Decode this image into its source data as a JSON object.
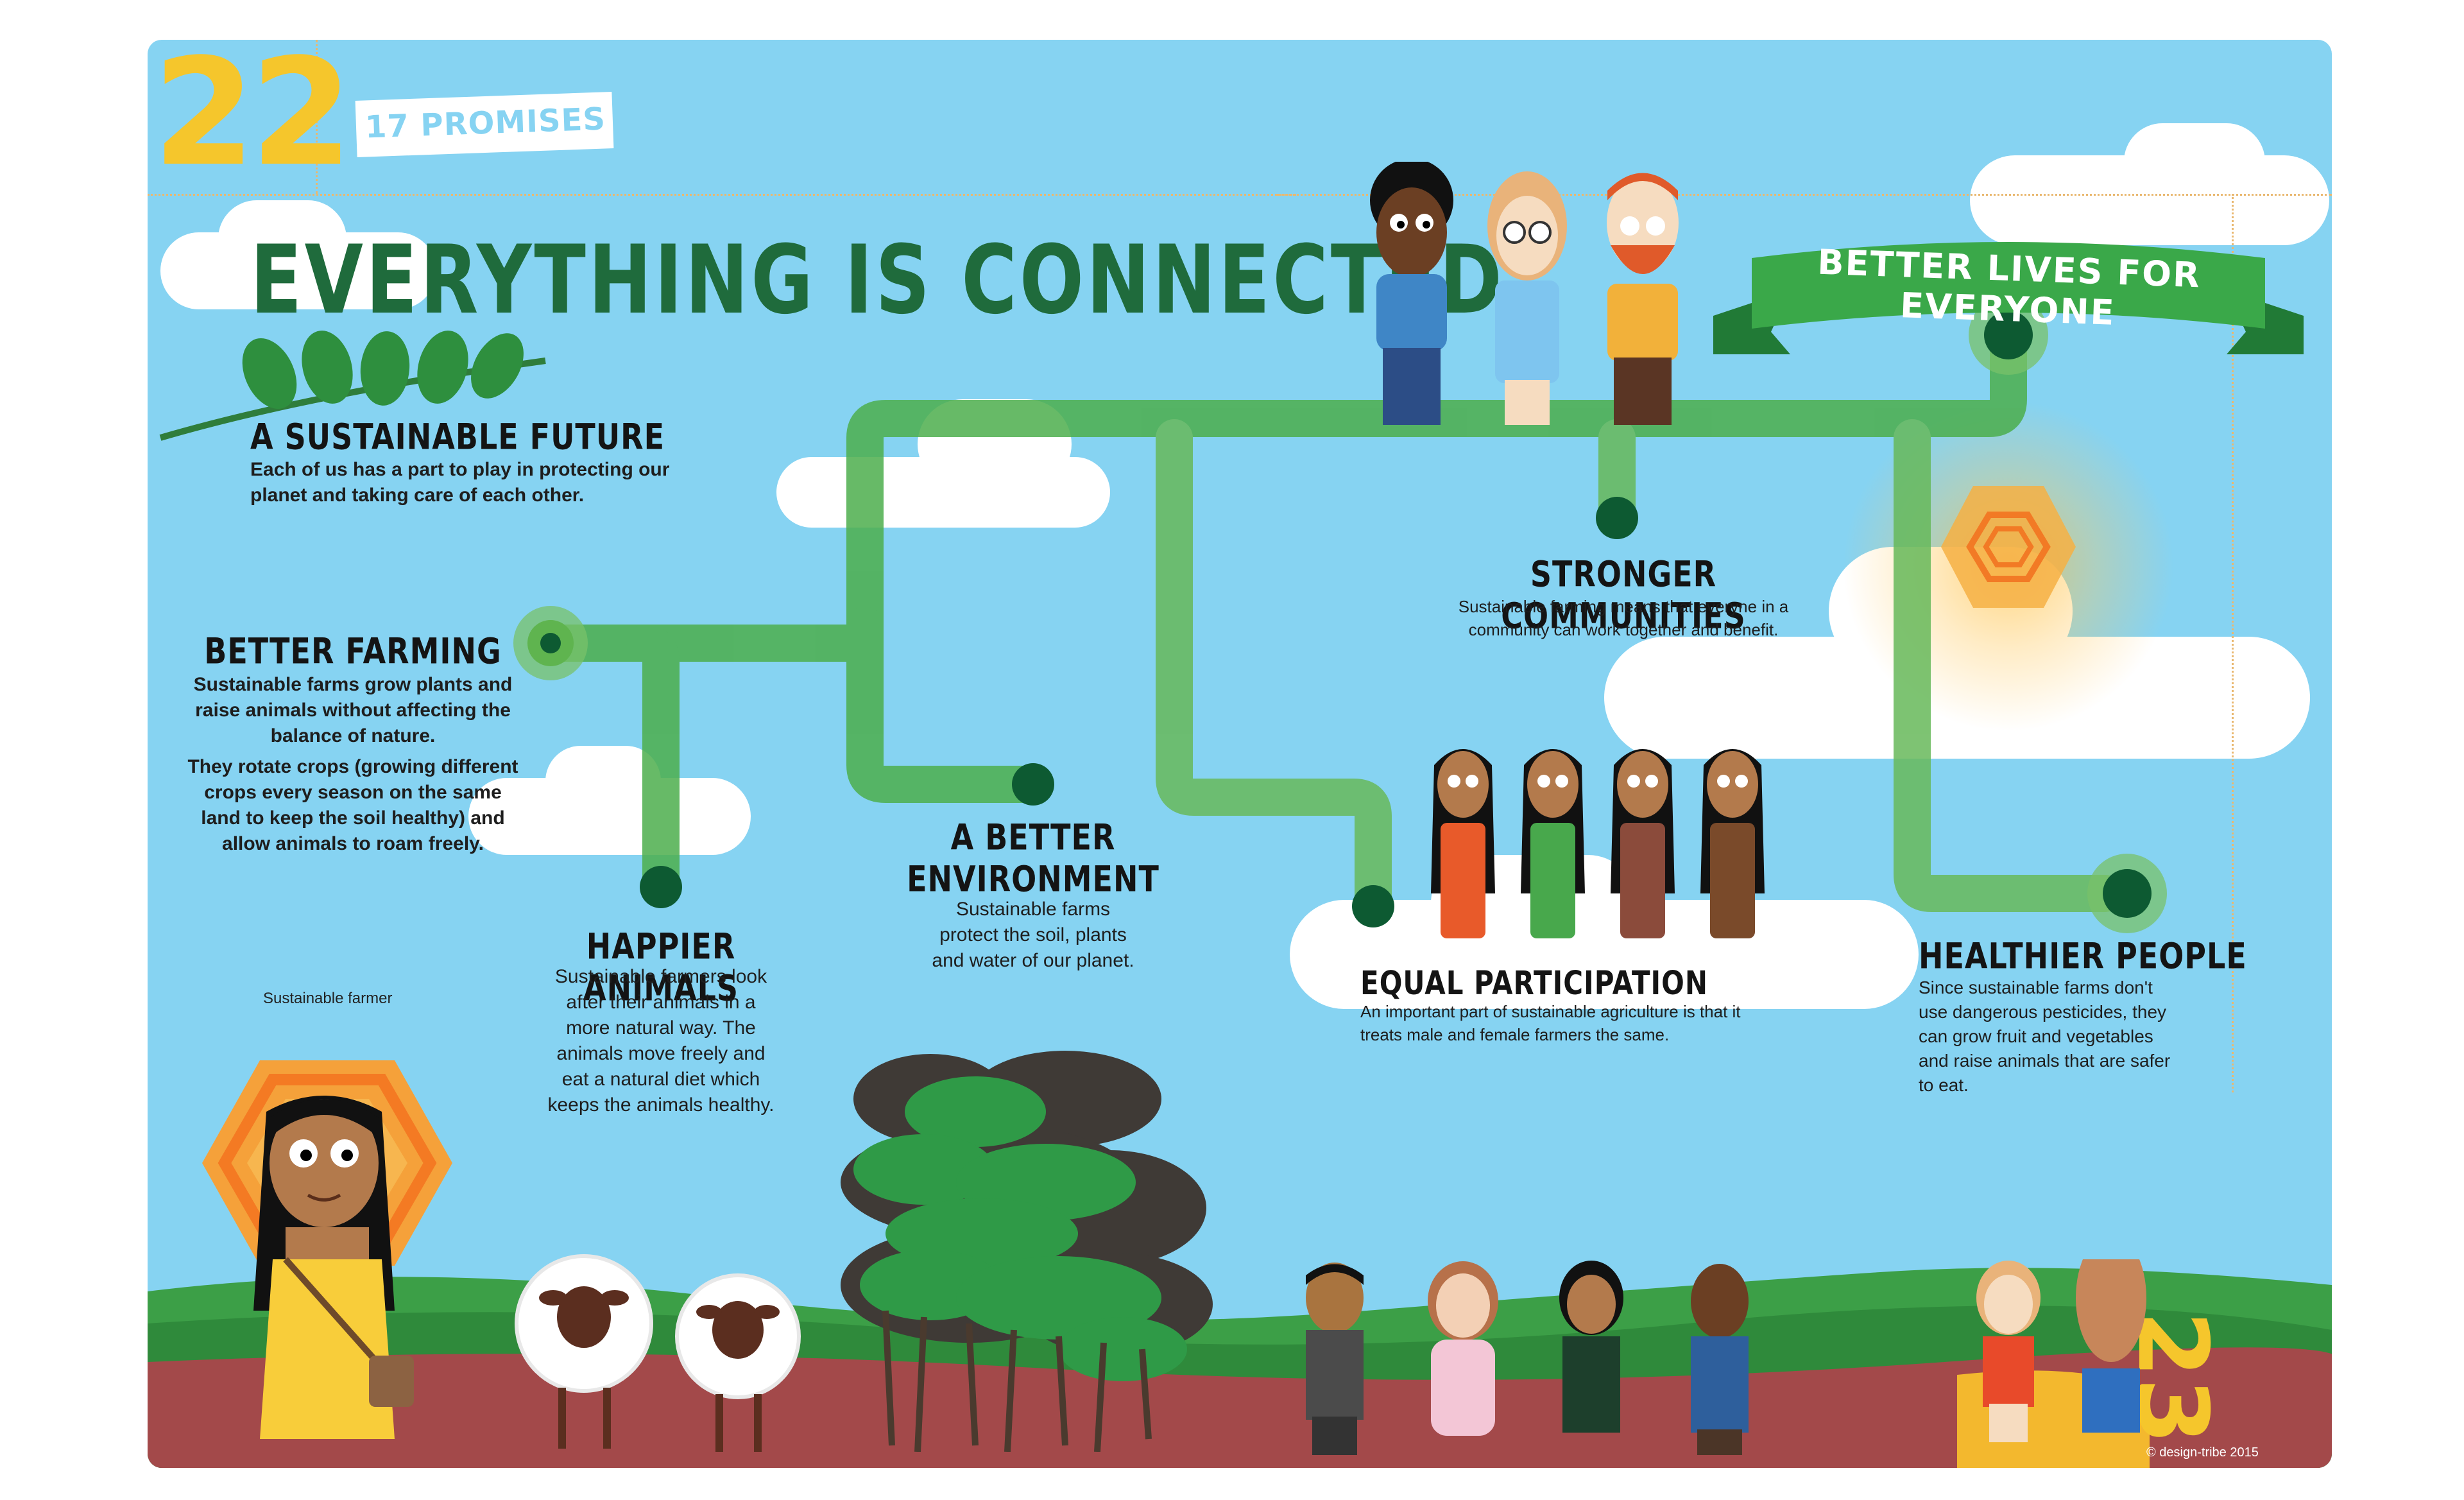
{
  "page": {
    "left_page_number": "22",
    "right_page_number": "23",
    "series_tag": "17 PROMISES",
    "title": "EVERYTHING IS CONNECTED",
    "banner": "BETTER LIVES FOR EVERYONE",
    "copyright": "© design-tribe 2015"
  },
  "intro": {
    "heading": "A SUSTAINABLE FUTURE",
    "body": [
      "Each of us has a part to play in protecting our",
      "planet and taking care of each other."
    ]
  },
  "sections": {
    "farming": {
      "heading": "BETTER FARMING",
      "body": [
        "Sustainable farms grow plants and",
        "raise animals without affecting the",
        "balance of nature.",
        "They rotate crops (growing different",
        "crops every season on the same",
        "land to keep the soil healthy) and",
        "allow animals to roam freely."
      ]
    },
    "animals": {
      "heading": "HAPPIER ANIMALS",
      "body": [
        "Sustainable farmers look",
        "after their animals in a",
        "more natural way.  The",
        "animals move freely and",
        "eat a natural diet which",
        "keeps the animals healthy."
      ]
    },
    "environment": {
      "heading_line1": "A BETTER",
      "heading_line2": "ENVIRONMENT",
      "body": [
        "Sustainable farms",
        "protect the soil, plants",
        "and water of our planet."
      ]
    },
    "communities": {
      "heading": "STRONGER COMMUNITIES",
      "body": [
        "Sustainable farming means that everyne in a",
        "community can work together and benefit."
      ]
    },
    "participation": {
      "heading": "EQUAL PARTICIPATION",
      "body": [
        "An important part of sustainable agriculture is that it",
        "treats male and female farmers the same."
      ]
    },
    "health": {
      "heading": "HEALTHIER PEOPLE",
      "body": [
        "Since sustainable farms don't",
        "use dangerous pesticides, they",
        "can grow fruit and vegetables",
        "and raise animals that are safer",
        "to eat."
      ]
    }
  },
  "figure_caption": "Sustainable farmer",
  "colors": {
    "sky": "#86d3f2",
    "path_green": "#4cae4c",
    "title_green": "#1f6b3c",
    "node_dark": "#0d5a32",
    "page_number_yellow": "#f5c62c",
    "hill_green": "#3c9f47",
    "soil_red": "#a3494a"
  }
}
